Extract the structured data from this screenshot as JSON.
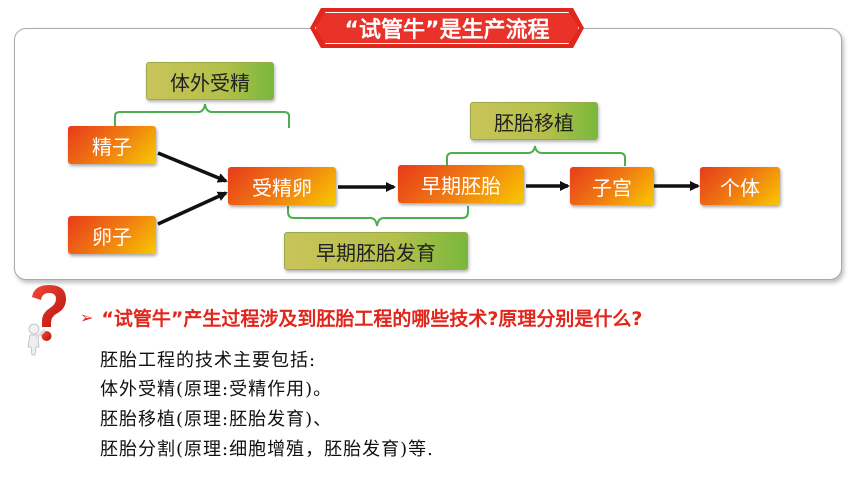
{
  "title": "“试管牛”是生产流程",
  "nodes": {
    "sperm": "精子",
    "egg": "卵子",
    "fertilized_egg": "受精卵",
    "early_embryo": "早期胚胎",
    "uterus": "子宫",
    "individual": "个体"
  },
  "tags": {
    "ivf": "体外受精",
    "embryo_transfer": "胚胎移植",
    "early_embryo_development": "早期胚胎发育"
  },
  "question": {
    "bullet": "➢",
    "text": "“试管牛”产生过程涉及到胚胎工程的哪些技术?原理分别是什么?"
  },
  "answer_lines": [
    "胚胎工程的技术主要包括:",
    "体外受精(原理:受精作用)。",
    "胚胎移植(原理:胚胎发育)、",
    "胚胎分割(原理:细胞增殖，胚胎发育)等."
  ],
  "colors": {
    "banner": "#e1261c",
    "box_start": "#e73b1a",
    "box_end": "#f8c800",
    "tag_start": "#c9c45a",
    "tag_end": "#79b83c",
    "bracket": "#4cae4c",
    "question_text": "#e1261c"
  },
  "icons": [
    "red-question-mark-figure-icon",
    "arrow-bullet-icon"
  ]
}
